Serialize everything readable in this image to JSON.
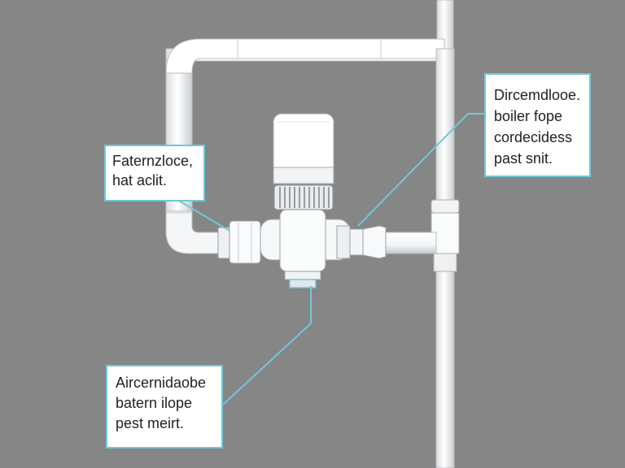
{
  "diagram": {
    "background_color": "#868686",
    "accent_color": "#6fc8d8",
    "callouts": {
      "left": {
        "lines": [
          "Faternzloce,",
          "hat aclit."
        ]
      },
      "right": {
        "lines": [
          "Dircemdlooe.",
          "boiler fope",
          "cordecidess",
          "past snit."
        ]
      },
      "bottom": {
        "lines": [
          "Aircernidaobe",
          "batern ilope",
          "pest meirt."
        ]
      }
    }
  }
}
